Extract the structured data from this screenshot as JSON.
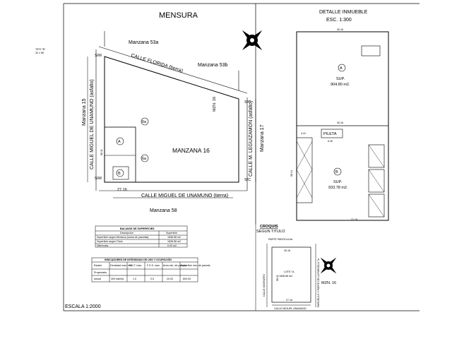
{
  "title": "MENSURA",
  "detail": {
    "title": "DETALLE INMUEBLE",
    "scale": "ESC. 1:300"
  },
  "tipo": {
    "label": "TIPO \"B\"",
    "size": "32 x 58"
  },
  "scale_label": "ESCALA 1:2000",
  "streets": {
    "florida": "CALLE FLORIDA (tierra)",
    "unamuno_bottom": "CALLE MIGUEL DE UNAMUNO (tierra)",
    "unamuno_left": "CALLE MIGUEL DE UNAMUNO (asfalto)",
    "leguizamon": "CALLE M. LEGUIZAMON (asfalto)"
  },
  "blocks": {
    "m53a": "Manzana 53a",
    "m53b": "Manzana 53b",
    "m15": "Manzana 15",
    "m17": "Manzana 17",
    "m58": "Manzana 58",
    "m16": "MANZANA 16",
    "mzn16": "MZN. 16"
  },
  "markers": {
    "sm": "S/M",
    "sc": "S/C",
    "a": "A",
    "b": "B",
    "six_a": "6a"
  },
  "dims": {
    "d2716": "27.16",
    "d5811": "58.11",
    "d5814": "58.14",
    "d3016": "30.16",
    "d3016b": "30.16"
  },
  "detail_parcels": {
    "sup_a": "SUP.",
    "area_a": "904.80 m2.",
    "sup_b": "SUP.",
    "area_b": "933.78 m2.",
    "pileta": "PILETA",
    "pileta_dims": "6.30",
    "d441": "4.41",
    "d630": "6.30"
  },
  "balance": {
    "title": "BALANCE DE SUPERFICIES",
    "headers": [
      "Descripción",
      "Superficie"
    ],
    "rows": [
      [
        "Superficie según Mensura (suma de parcelas)",
        "1838.58 m2"
      ],
      [
        "Superficie según Título",
        "1838.58 m2"
      ],
      [
        "Diferencia",
        "0.00 m2"
      ]
    ]
  },
  "indicators": {
    "title": "INDICADORES DE INTENSIDAD DE USO Y OCUPACIÓN",
    "headers": [
      "Estado",
      "Densidad max. hab.",
      "F.O.T. max.",
      "F.O.S. max.",
      "Area min. de parcela",
      "Superficie min. de parcela"
    ],
    "rows": [
      [
        "Proyectado",
        "",
        "",
        "",
        "",
        ""
      ],
      [
        "Actual",
        "300 hab/ha",
        "1.0",
        "0.5",
        "20.00",
        "600.00"
      ]
    ]
  },
  "croquis": {
    "title": "CROQUIS",
    "subtitle": "SEGUN TITULO",
    "parte": "PARTE PARCELA 6a",
    "lote": "LOTE 7a",
    "lote_area": "1838.58 m2.",
    "street_left": "CALLE SOCRATES",
    "street_right": "PARCELA 6 Y PARTE DE LA PARCELA 7a",
    "street_bottom": "CALLE MIGUEL UNAMUNO"
  }
}
